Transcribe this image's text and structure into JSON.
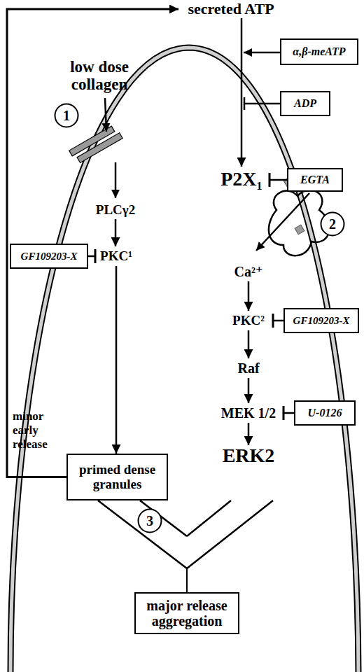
{
  "diagram": {
    "nodes": [
      {
        "text": [
          "secreted ATP"
        ]
      },
      {
        "text": [
          "α,β-meATP"
        ]
      },
      {
        "text": [
          "ADP"
        ]
      },
      {
        "text": [
          "low dose collagen"
        ]
      },
      {
        "text": [
          "1"
        ]
      },
      {
        "text": [
          "P2X₁"
        ]
      },
      {
        "text": [
          "EGTA"
        ]
      },
      {
        "text": [
          "2"
        ]
      },
      {
        "text": [
          "PLCγ2"
        ]
      },
      {
        "text": [
          "GF109203-X"
        ]
      },
      {
        "text": [
          "PKC¹"
        ]
      },
      {
        "text": [
          "Ca²⁺"
        ]
      },
      {
        "text": [
          "GF109203-X"
        ]
      },
      {
        "text": [
          "PKC²"
        ]
      },
      {
        "text": [
          "Raf"
        ]
      },
      {
        "text": [
          "MEK 1/2"
        ]
      },
      {
        "text": [
          "U-0126"
        ]
      },
      {
        "text": [
          "ERK2"
        ]
      },
      {
        "text": [
          "primed dense granules"
        ]
      },
      {
        "text": [
          "3"
        ]
      },
      {
        "text": [
          "major release aggregation"
        ]
      }
    ],
    "edges": [
      {
        "from": 18,
        "to": 0,
        "arrow": "to",
        "label": "minor early release"
      },
      {
        "from": 0,
        "to": 5,
        "arrow": "to"
      },
      {
        "from": 8,
        "to": 10,
        "arrow": "to"
      },
      {
        "from": 9,
        "to": 10,
        "arrow": "to"
      },
      {
        "from": 10,
        "to": 18,
        "arrow": "to"
      },
      {
        "from": 6,
        "to": 5,
        "arrow": "to"
      },
      {
        "from": 11,
        "to": 13,
        "arrow": "to"
      },
      {
        "from": 12,
        "to": 13,
        "arrow": "to"
      },
      {
        "from": 13,
        "to": 14,
        "arrow": "to"
      },
      {
        "from": 14,
        "to": 15,
        "arrow": "to"
      },
      {
        "from": 16,
        "to": 15,
        "arrow": "to"
      },
      {
        "from": 15,
        "to": 17,
        "arrow": "to"
      },
      {
        "from": 18,
        "to": 20,
        "arrow": "to"
      },
      {
        "from": 17,
        "to": 20,
        "arrow": "to"
      }
    ]
  }
}
